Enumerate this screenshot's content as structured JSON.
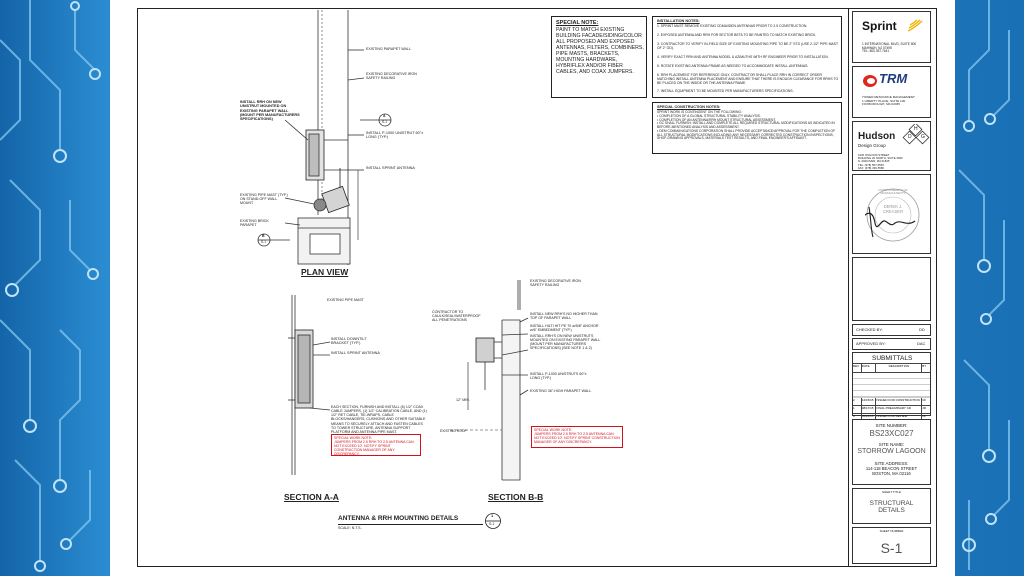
{
  "special_note": {
    "heading": "SPECIAL NOTE:",
    "text": "PAINT TO MATCH EXISTING BUILDING FACADE/SIDING/COLOR ALL PROPOSED AND EXPOSED ANTENNAS, FILTERS, COMBINERS, PIPE MASTS, BRACKETS, MOUNTING HARDWARE, HYBRIFLEX AND/OR FIBER CABLES, AND COAX JUMPERS."
  },
  "installation_notes": {
    "heading": "INSTALLATION NOTES:",
    "items": [
      "1. SPRINT MUST REMOVE EXISTING CDMA/IDEN ANTENNAS PRIOR TO 2.5 CONSTRUCTION.",
      "2. EXPOSED ANTENNA AND RRH FOR SECTOR BETA TO BE PAINTED TO MATCH EXISTING BRICK.",
      "3. CONTRACTOR TO VERIFY IN-FIELD SIZE OF EXISTING MOUNTING PIPE TO BE 2\" STD (USE 2-1/2\" PIPE MAST OF 2\" OD).",
      "4. VERIFY EXACT RRH AND ANTENNA MODEL & AZIMUTHS WITH RF ENGINEER PRIOR TO INSTALLATION.",
      "5. ROTATE EXISTING ANTENNA FRAME AS NEEDED TO ACCOMMODATE INSTALL ANTENNAS.",
      "6. RRH PLACEMENT FOR REFERENCE ONLY. CONTRACTOR SHALL PLACE RRH IN CORRECT ORDER MATCHING INSTALL ANTENNA PLACEMENT AND ENSURE THAT THERE IS ENOUGH CLEARANCE FOR RRHS TO BE PLACED ON THE INSIDE OR THE ANTENNA FRAME.",
      "7. INSTALL EQUIPMENT TO BE MOUNTED PER MANUFACTURERS SPECIFICATIONS."
    ]
  },
  "special_construction_notes": {
    "heading": "SPECIAL CONSTRUCTION NOTES:",
    "text": "SPRINT WORK IS CONTINGENT ON THE FOLLOWING:\n• COMPLETION OF A GLOBAL STRUCTURAL STABILITY ANALYSIS.\n• COMPLETION OF AN ANTENNA/RRH MOUNT STRUCTURAL ASSESSMENT.\n• GC SHALL FURNISH, INSTALL AND COMPLETE ALL REQUIRED STRUCTURAL MODIFICATIONS AS INDICATED IN BEFORE-MENTIONED ANALYSIS AND ASSESSMENT.\n• OEM COMMUNICATIONS CORPORATION SHALL PROVIDE ACCEPTANCE/APPROVAL FOR THE COMPLETION OF ALL STRUCTURAL MODIFICATIONS INCLUDING ANY NECESSARY CORRECTED CONSTRUCTION INSPECTIONS, SHOP-DRAWING APPROVALS, MATERIALS TEST RESULTS, AND FINAL ENGINEER'S AFFIDAVIT."
  },
  "plan_view": {
    "title": "PLAN VIEW",
    "labels": {
      "parapet": "EXISTING PARAPET WALL",
      "railing": "EXISTING DECORATIVE IRON SAFETY RAILING",
      "rrh": "INSTALL RRH ON NEW UNISTRUT MOUNTED ON EXISTING PARAPET WALL (MOUNT PER MANUFACTURERS SPECIFICATIONS)",
      "unistrut": "INSTALL P-1000 UNISTRUT 60\"± LONG (TYP.)",
      "antenna": "INSTALL SPRINT ANTENNA",
      "pipe_mast": "EXISTING PIPE MAST (TYP.) ON STAND-OFF WALL MOUNT",
      "brick": "EXISTING BRICK PARAPET"
    }
  },
  "section_aa": {
    "title": "SECTION A-A",
    "labels": {
      "pipe_mast": "EXISTING PIPE MAST",
      "downtilt": "INSTALL DOWNTILT BRACKET (TYP.)",
      "antenna": "INSTALL SPRINT ANTENNA",
      "each_sector": "EACH SECTION, FURNISH AND INSTALL (6) 1/2\" COAX CABLE JUMPERS, (1) 1/2\" CALIBRATION CABLE, AND (1) 1/2\" RET CABLE, TIE-WRAPS, CABLE BLOCKS/HANGERS, CUSHIONS AND OTHER SUITABLE MEANS TO SECURELY ATTACH AND FASTEN CABLES TO TOWER STRUCTURE, ANTENNA SUPPORT PLATFORM AND ANTENNA PIPE MAST."
    },
    "warning": "SPECIAL WORK NOTE:\nJUMPERS FROM 2.5 RRH TO 2.5 ANTENNA CAN NOT EXCEED 10'. NOTIFY SPRINT CONSTRUCTION MANAGER OF ANY DISCREPANCY."
  },
  "section_bb": {
    "title": "SECTION B-B",
    "labels": {
      "railing": "EXISTING DECORATIVE IRON SAFETY RAILING",
      "contractor": "CONTRACTOR TO CAULK/SEAL/WATERPROOF ALL PENETRATIONS",
      "new_rrhs": "INSTALL NEW RRH'S NO HIGHER THAN TOP OF PARAPET WALL",
      "hilti": "INSTALL HILTI HIT PE 70 w/5/8\" ANCHOR w/6\" EMBEDMENT (TYP.)",
      "rrhs_unistrut": "INSTALL RRH'S ON NEW UNISTRUTS MOUNTED ON EXISTING PARAPET WALL (MOUNT PER MANUFACTURERS SPECIFICATIONS) (SEE NOTE 1 & 2)",
      "unistrut": "INSTALL P-1000 UNISTRUTS 60\"± LONG (TYP.)",
      "parapet": "EXISTING 36\"-HIGH PARAPET WALL",
      "roof": "EXISTING ROOF",
      "dim": "12\" MIN."
    },
    "warning": "SPECIAL WORK NOTE:\nJUMPERS FROM 2.5 RRH TO 2.5 ANTENNA CAN NOT EXCEED 10'. NOTIFY SPRINT CONSTRUCTION MANAGER OF ANY DISCREPANCY."
  },
  "detail_title": {
    "title": "ANTENNA & RRH MOUNTING DETAILS",
    "scale": "SCALE: N.T.S.",
    "bubble_top": "1",
    "bubble_bottom": "S-1"
  },
  "callouts": {
    "aa_top": "A",
    "aa_bottom": "S-1",
    "bb_top": "B",
    "bb_bottom": "S-1"
  },
  "title_block": {
    "sprint_logo": "Sprint",
    "sprint_address": "1 INTERNATIONAL BLVD, SUITE 800\nMAHWAH, NJ 07495\nTEL: 800.357.7641",
    "trm_logo": "TRM",
    "trm_address": "TOWER RESOURCE MANAGEMENT\n1 LIBERTY PLACE, SUITE 100\nFOXBOROUGH, MA 02035",
    "hudson_logo": "Hudson",
    "hudson_sub": "Design Group",
    "hudson_letters": [
      "H",
      "D",
      "G"
    ],
    "hudson_address": "1600 OSGOOD STREET\nBUILDING 20 NORTH, SUITE 3090\nN. ANDOVER, MA 01845\nTEL: (978) 557-5553\nFAX: (978) 336-5586",
    "seal_text": "COMMONWEALTH OF MASSACHUSETTS",
    "seal_name": "DEREK J. CREASER",
    "checked_by_label": "CHECKED BY:",
    "checked_by": "DD",
    "approved_by_label": "APPROVED BY:",
    "approved_by": "DAC",
    "submittals_title": "SUBMITTALS",
    "submittal_headers": [
      "REV",
      "DATE",
      "DESCRIPTION",
      "BY"
    ],
    "submittals": [
      [
        "2",
        "12/15/15",
        "ISSUED FOR CONSTRUCTION",
        "CF"
      ],
      [
        "1",
        "08/17/15",
        "FINAL PRELIMINARY CD",
        "JR"
      ],
      [
        "0",
        "05/26/15",
        "ISSUED FOR REVIEW",
        "CF"
      ]
    ],
    "site_number_label": "SITE NUMBER:",
    "site_number": "BS23XC027",
    "site_name_label": "SITE NAME:",
    "site_name": "STORROW LAGOON",
    "site_address_label": "SITE ADDRESS:",
    "site_address": "114-118 BEACON STREET\nBOSTON, MA 02116",
    "sheet_title_label": "SHEET TITLE",
    "sheet_title": "STRUCTURAL\nDETAILS",
    "sheet_number_label": "SHEET NUMBER",
    "sheet_number": "S-1"
  }
}
